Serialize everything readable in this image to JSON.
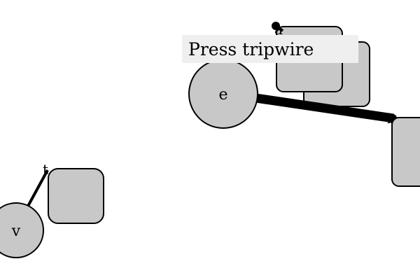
{
  "hud": {
    "prompt": "Press tripwire"
  },
  "entities": {
    "player": {
      "label": "e"
    },
    "other": {
      "label": "v"
    },
    "tripwire_anchor_label": "a",
    "connector_label_right": "b",
    "connector_label_left": "t"
  },
  "colors": {
    "shape_fill": "#c8c8c8",
    "outline": "#000000",
    "prompt_bg": "#efefef"
  }
}
